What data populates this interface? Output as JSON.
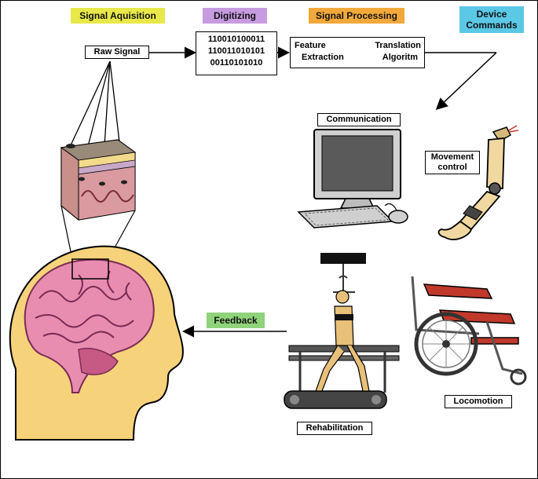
{
  "stages": {
    "acquisition": {
      "label": "Signal Aquisition",
      "color": "#e8e84a"
    },
    "digitizing": {
      "label": "Digitizing",
      "color": "#c79be0"
    },
    "processing": {
      "label": "Signal Processing",
      "color": "#f2a93b"
    },
    "commands": {
      "label": "Device Commands",
      "color": "#5bc8e6"
    }
  },
  "raw_signal": "Raw Signal",
  "binary": {
    "line1": "110010100011",
    "line2": "110011010101",
    "line3": "00110101010"
  },
  "processing_box": {
    "feature": "Feature",
    "extraction": "Extraction",
    "translation": "Translation",
    "algorithm": "Algoritm"
  },
  "applications": {
    "communication": "Communication",
    "movement_line1": "Movement",
    "movement_line2": "control",
    "locomotion": "Locomotion",
    "rehabilitation": "Rehabilitation"
  },
  "feedback": {
    "label": "Feedback",
    "color": "#8fd37a"
  }
}
